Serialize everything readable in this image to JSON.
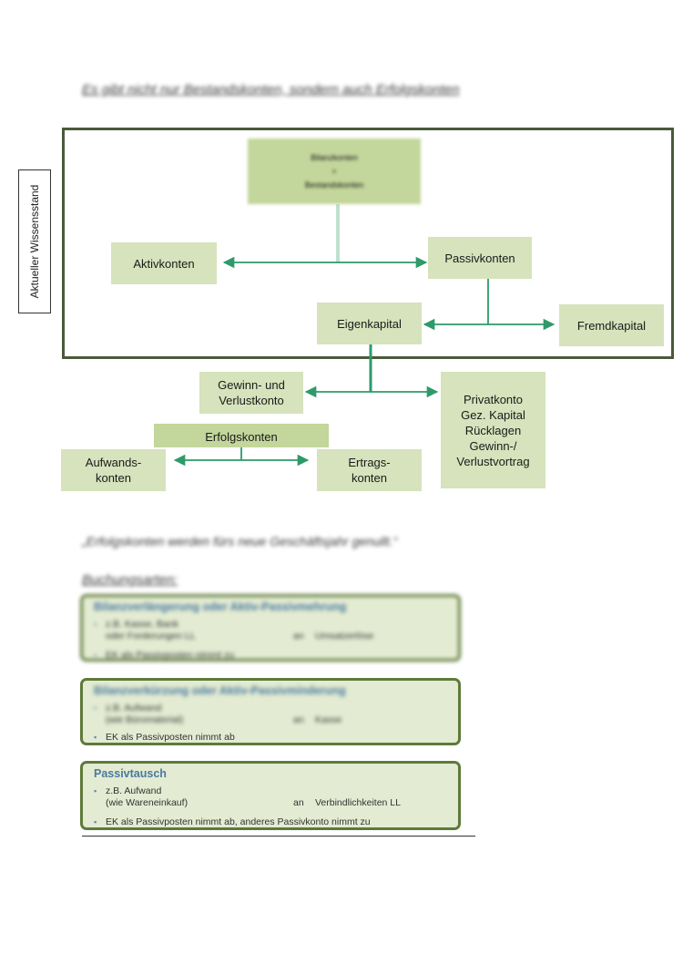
{
  "heading": "Es gibt nicht nur Bestandskonten, sondern auch Erfolgskonten",
  "side_label": "Aktueller Wissensstand",
  "diagram": {
    "bilanzkonten": [
      "Bilanzkonten",
      "=",
      "Bestandskonten"
    ],
    "aktivkonten": "Aktivkonten",
    "passivkonten": "Passivkonten",
    "eigenkapital": "Eigenkapital",
    "fremdkapital": "Fremdkapital",
    "gv_konto": [
      "Gewinn- und",
      "Verlustkonto"
    ],
    "privat": [
      "Privatkonto",
      "Gez. Kapital",
      "Rücklagen",
      "Gewinn-/",
      "Verlustvortrag"
    ],
    "erfolgskonten": "Erfolgskonten",
    "aufwand": [
      "Aufwands-",
      "konten"
    ],
    "ertrag": [
      "Ertrags-",
      "konten"
    ],
    "line_color": "#2e9a6a"
  },
  "quote": "„Erfolgskonten werden fürs neue Geschäftsjahr genullt.“",
  "buchungsarten_title": "Buchungsarten:",
  "cards": [
    {
      "title": "Bilanzverlängerung oder Aktiv-Passivmehrung",
      "item1": {
        "line1": "z.B. Kasse, Bank",
        "line2_left": "oder Forderungen LL",
        "an": "an",
        "right": "Umsatzerlöse"
      },
      "item2": "EK als Passivposten nimmt zu"
    },
    {
      "title": "Bilanzverkürzung oder Aktiv-Passivminderung",
      "item1": {
        "line1": "z.B. Aufwand",
        "line2_left": "(wie Büromaterial)",
        "an": "an",
        "right": "Kasse"
      },
      "item2": "EK als Passivposten nimmt ab"
    },
    {
      "title": "Passivtausch",
      "item1": {
        "line1": "z.B. Aufwand",
        "line2_left": "(wie Wareneinkauf)",
        "an": "an",
        "right": "Verbindlichkeiten LL"
      },
      "item2": "EK als Passivposten nimmt ab, anderes Passivkonto nimmt zu"
    }
  ]
}
